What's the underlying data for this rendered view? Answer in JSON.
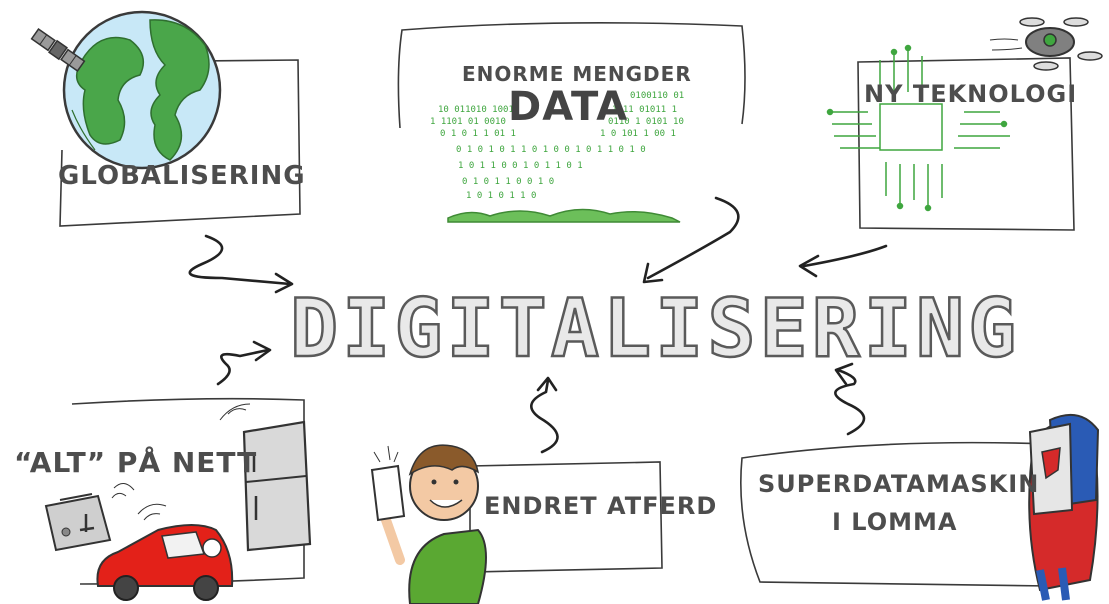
{
  "title": "DIGITALISERING",
  "nodes": {
    "globalisering": {
      "label": "GLOBALISERING"
    },
    "data": {
      "line1": "ENORME MENGDER",
      "line2": "DATA"
    },
    "teknologi": {
      "label": "NY TEKNOLOGI"
    },
    "alt_paa_nett": {
      "label": "“ALT” PÅ NETT"
    },
    "endret_atferd": {
      "label": "ENDRET ATFERD"
    },
    "superdatamaskin": {
      "line1": "SUPERDATAMASKIN",
      "line2": "I LOMMA"
    }
  },
  "colors": {
    "ink": "#3a3a3a",
    "text": "#4d4d4d",
    "ocean": "#c8e8f7",
    "land": "#4aa64a",
    "circuit": "#3fa63f",
    "car": "#e32119",
    "shirt": "#5aa832",
    "cape": "#d52a2a",
    "suit": "#2a5bb5"
  },
  "icons": [
    "satellite-icon",
    "globe-icon",
    "binary-data-icon",
    "drone-icon",
    "circuit-icon",
    "fridge-icon",
    "toaster-icon",
    "car-icon",
    "person-selfie-icon",
    "superhero-phone-icon"
  ]
}
